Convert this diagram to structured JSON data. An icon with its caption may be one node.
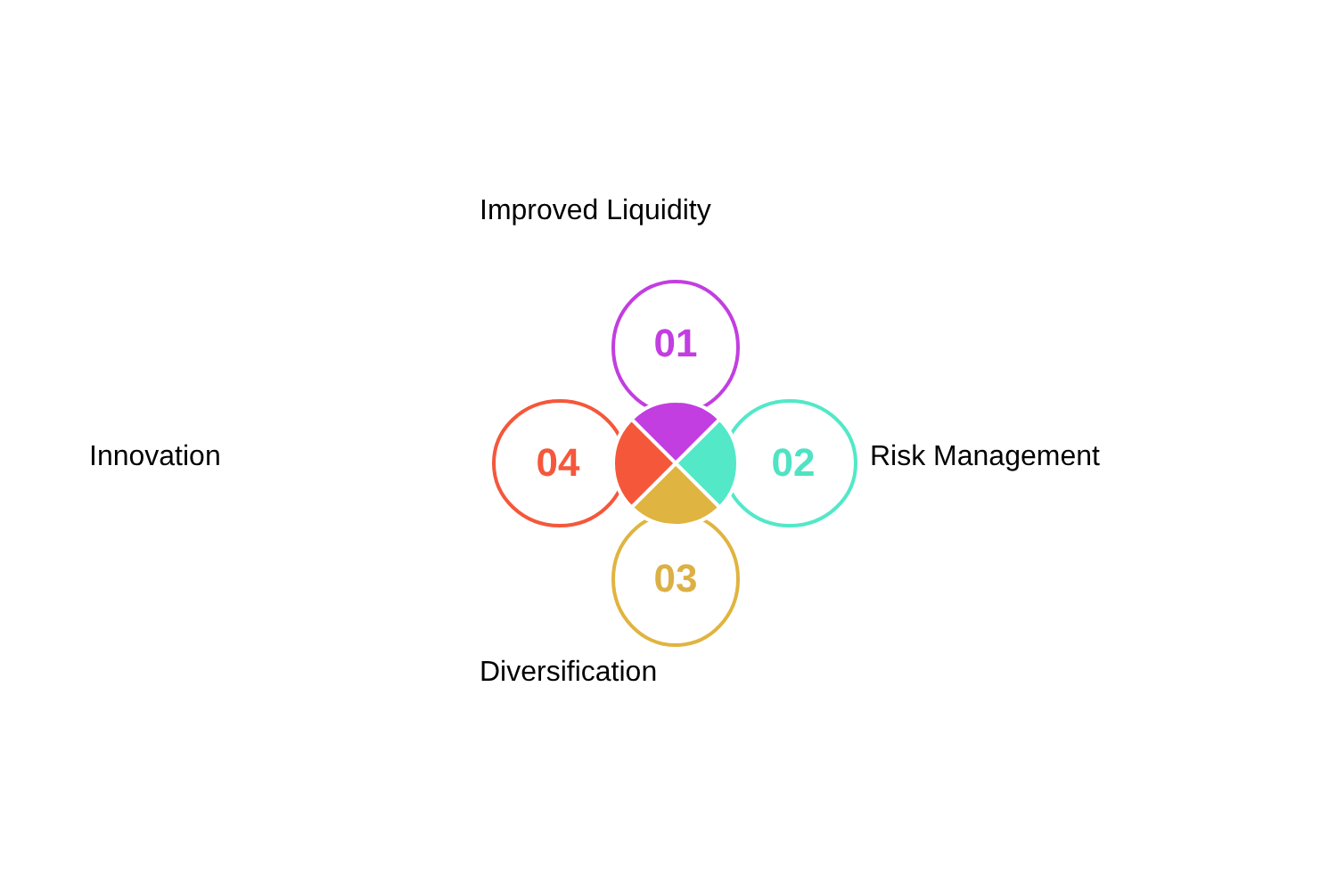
{
  "diagram": {
    "nodes": [
      {
        "text": [
          "01"
        ],
        "beside": [
          "Improved Liquidity"
        ]
      },
      {
        "text": [
          "02"
        ],
        "beside": [
          "Risk Management"
        ]
      },
      {
        "text": [
          "03"
        ],
        "beside": [
          "Diversification"
        ]
      },
      {
        "text": [
          "04"
        ]
      }
    ],
    "labels": [
      "Innovation"
    ]
  }
}
